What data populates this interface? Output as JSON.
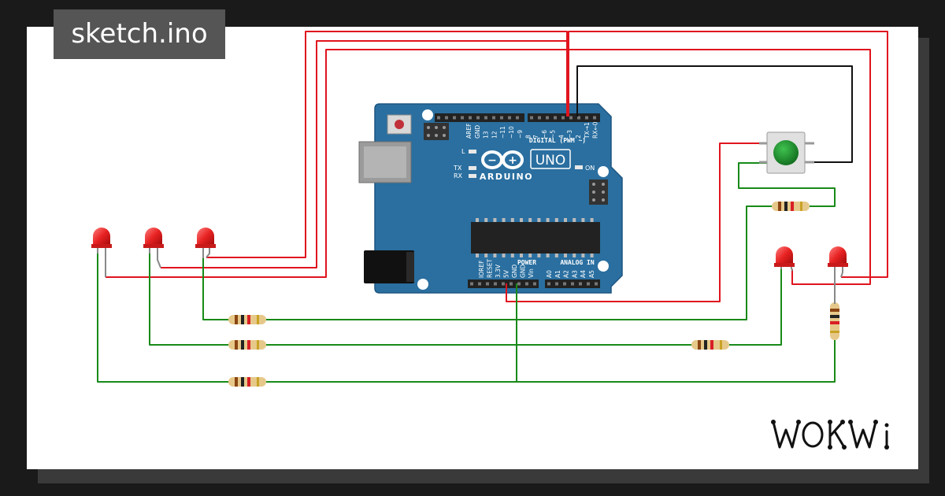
{
  "header": {
    "sketch_filename": "sketch.ino"
  },
  "brand": {
    "name": "WOKWI",
    "logo_icon": "wokwi-logo-icon"
  },
  "board": {
    "model": "UNO",
    "brand_text": "ARDUINO",
    "digital_header_label": "DIGITAL (PWM ~)",
    "power_label": "POWER",
    "analog_label": "ANALOG IN",
    "digital_pins": [
      "AREF",
      "GND",
      "13",
      "12",
      "~11",
      "~10",
      "~9",
      "8",
      "7",
      "~6",
      "~5",
      "4",
      "~3",
      "2",
      "TX→1",
      "RX←0"
    ],
    "power_pins": [
      "IOREF",
      "RESET",
      "3.3V",
      "5V",
      "GND",
      "GND",
      "Vin"
    ],
    "analog_pins": [
      "A0",
      "A1",
      "A2",
      "A3",
      "A4",
      "A5"
    ],
    "led_labels": {
      "l": "L",
      "tx": "TX",
      "rx": "RX",
      "on": "ON"
    }
  },
  "colors": {
    "background": "#1a1a1a",
    "canvas": "#ffffff",
    "board": "#2a6fa0",
    "wire_signal": "#e0141e",
    "wire_ground": "#188a18",
    "wire_button": "#111111",
    "led": "#e82222",
    "button_cap": "#1b8a2a"
  }
}
